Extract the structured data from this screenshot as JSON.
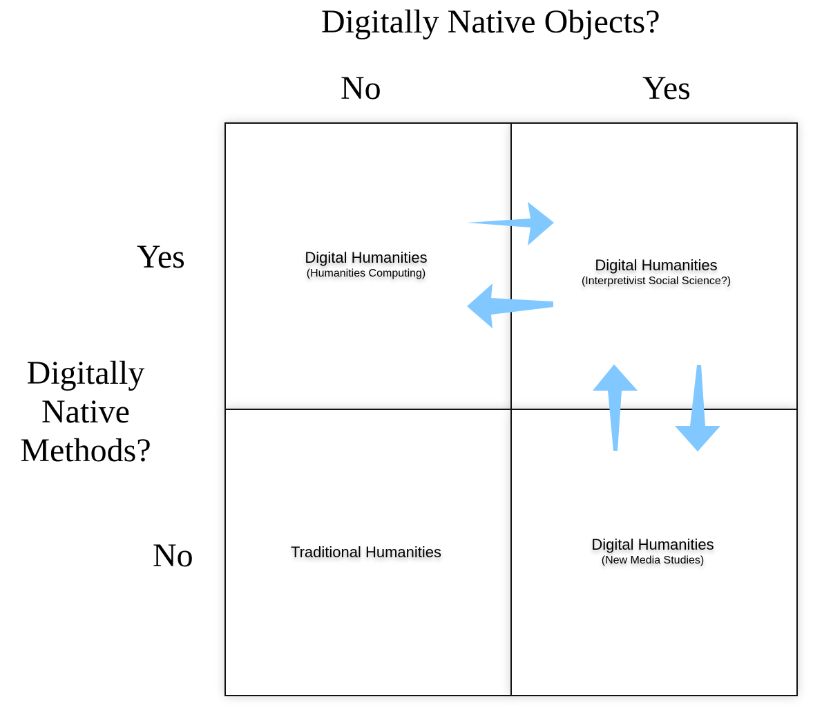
{
  "title": "Digitally Native Objects?",
  "columns": {
    "no": "No",
    "yes": "Yes"
  },
  "rows": {
    "axis_title_lines": [
      "Digitally",
      "Native",
      "Methods?"
    ],
    "yes": "Yes",
    "no": "No"
  },
  "quadrants": {
    "top_left": {
      "title": "Digital Humanities",
      "subtitle": "(Humanities Computing)"
    },
    "top_right": {
      "title": "Digital Humanities",
      "subtitle": "(Interpretivist Social Science?)"
    },
    "bottom_left": {
      "title": "Traditional Humanities"
    },
    "bottom_right": {
      "title": "Digital Humanities",
      "subtitle": "(New Media Studies)"
    }
  },
  "colors": {
    "arrow": "#80c8ff",
    "border": "#111111"
  },
  "icons": [
    "arrow-right-icon",
    "arrow-left-icon",
    "arrow-up-icon",
    "arrow-down-icon"
  ]
}
